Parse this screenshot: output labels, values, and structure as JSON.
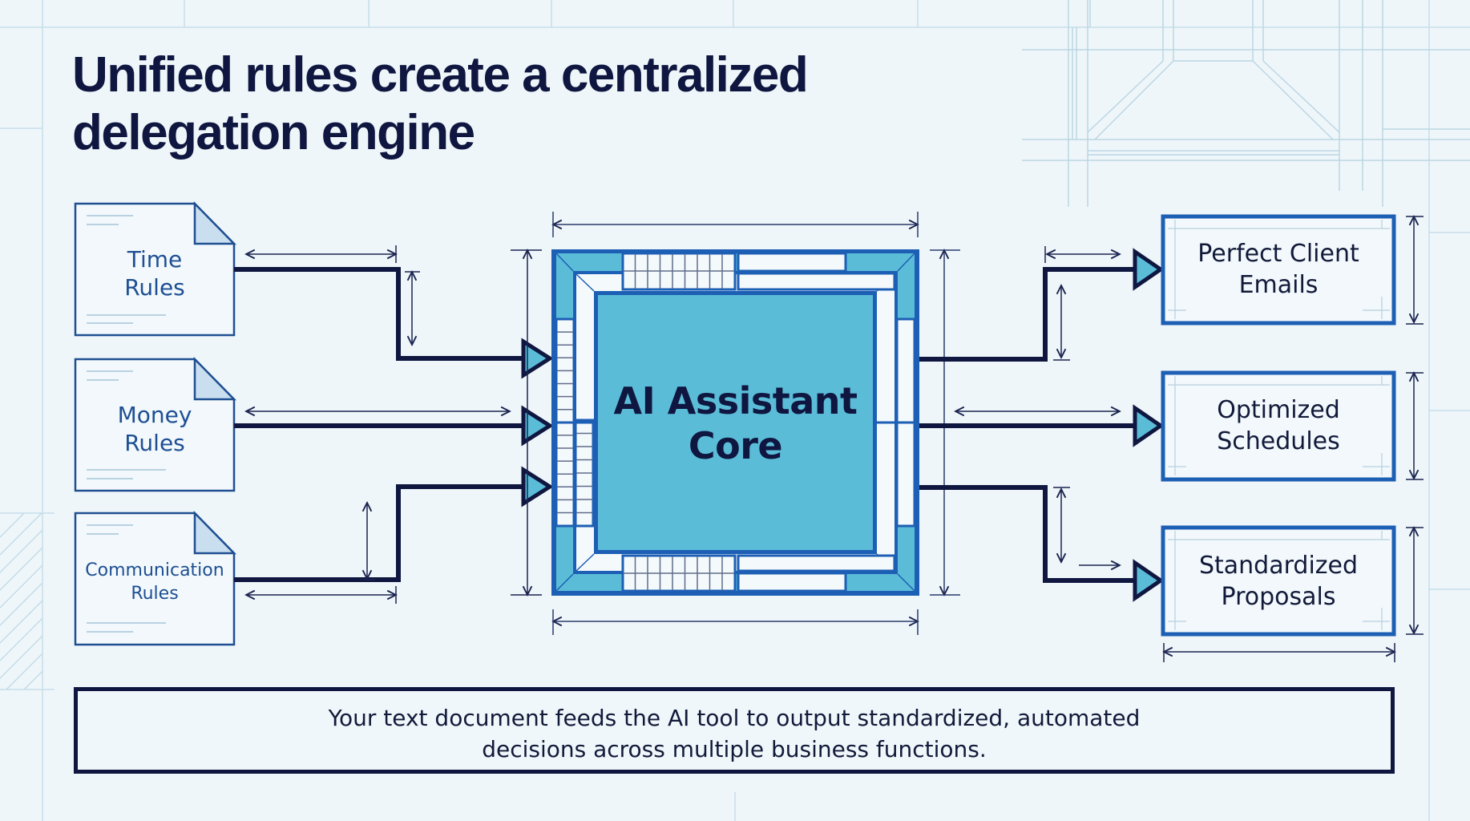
{
  "title": {
    "line1": "Unified rules create a centralized",
    "line2": "delegation engine"
  },
  "inputs": [
    {
      "id": "time-rules",
      "line1": "Time",
      "line2": "Rules",
      "icon": "document-icon"
    },
    {
      "id": "money-rules",
      "line1": "Money",
      "line2": "Rules",
      "icon": "document-icon"
    },
    {
      "id": "communication-rules",
      "line1": "Communication",
      "line2": "Rules",
      "icon": "document-icon"
    }
  ],
  "core": {
    "line1": "AI Assistant",
    "line2": "Core",
    "icon": "processor-chip-icon"
  },
  "outputs": [
    {
      "id": "perfect-client-emails",
      "line1": "Perfect Client",
      "line2": "Emails"
    },
    {
      "id": "optimized-schedules",
      "line1": "Optimized",
      "line2": "Schedules"
    },
    {
      "id": "standardized-proposals",
      "line1": "Standardized",
      "line2": "Proposals"
    }
  ],
  "caption": {
    "line1": "Your text document feeds the AI tool to output standardized, automated",
    "line2": "decisions across multiple business functions."
  },
  "colors": {
    "background": "#eef6fa",
    "grid": "#c5dde8",
    "ink": "#0f1640",
    "blueprint_blue": "#1d5fb4",
    "core_fill": "#5bbcd8",
    "doc_text": "#1e4f93",
    "fold_fill": "#c9dff0"
  }
}
